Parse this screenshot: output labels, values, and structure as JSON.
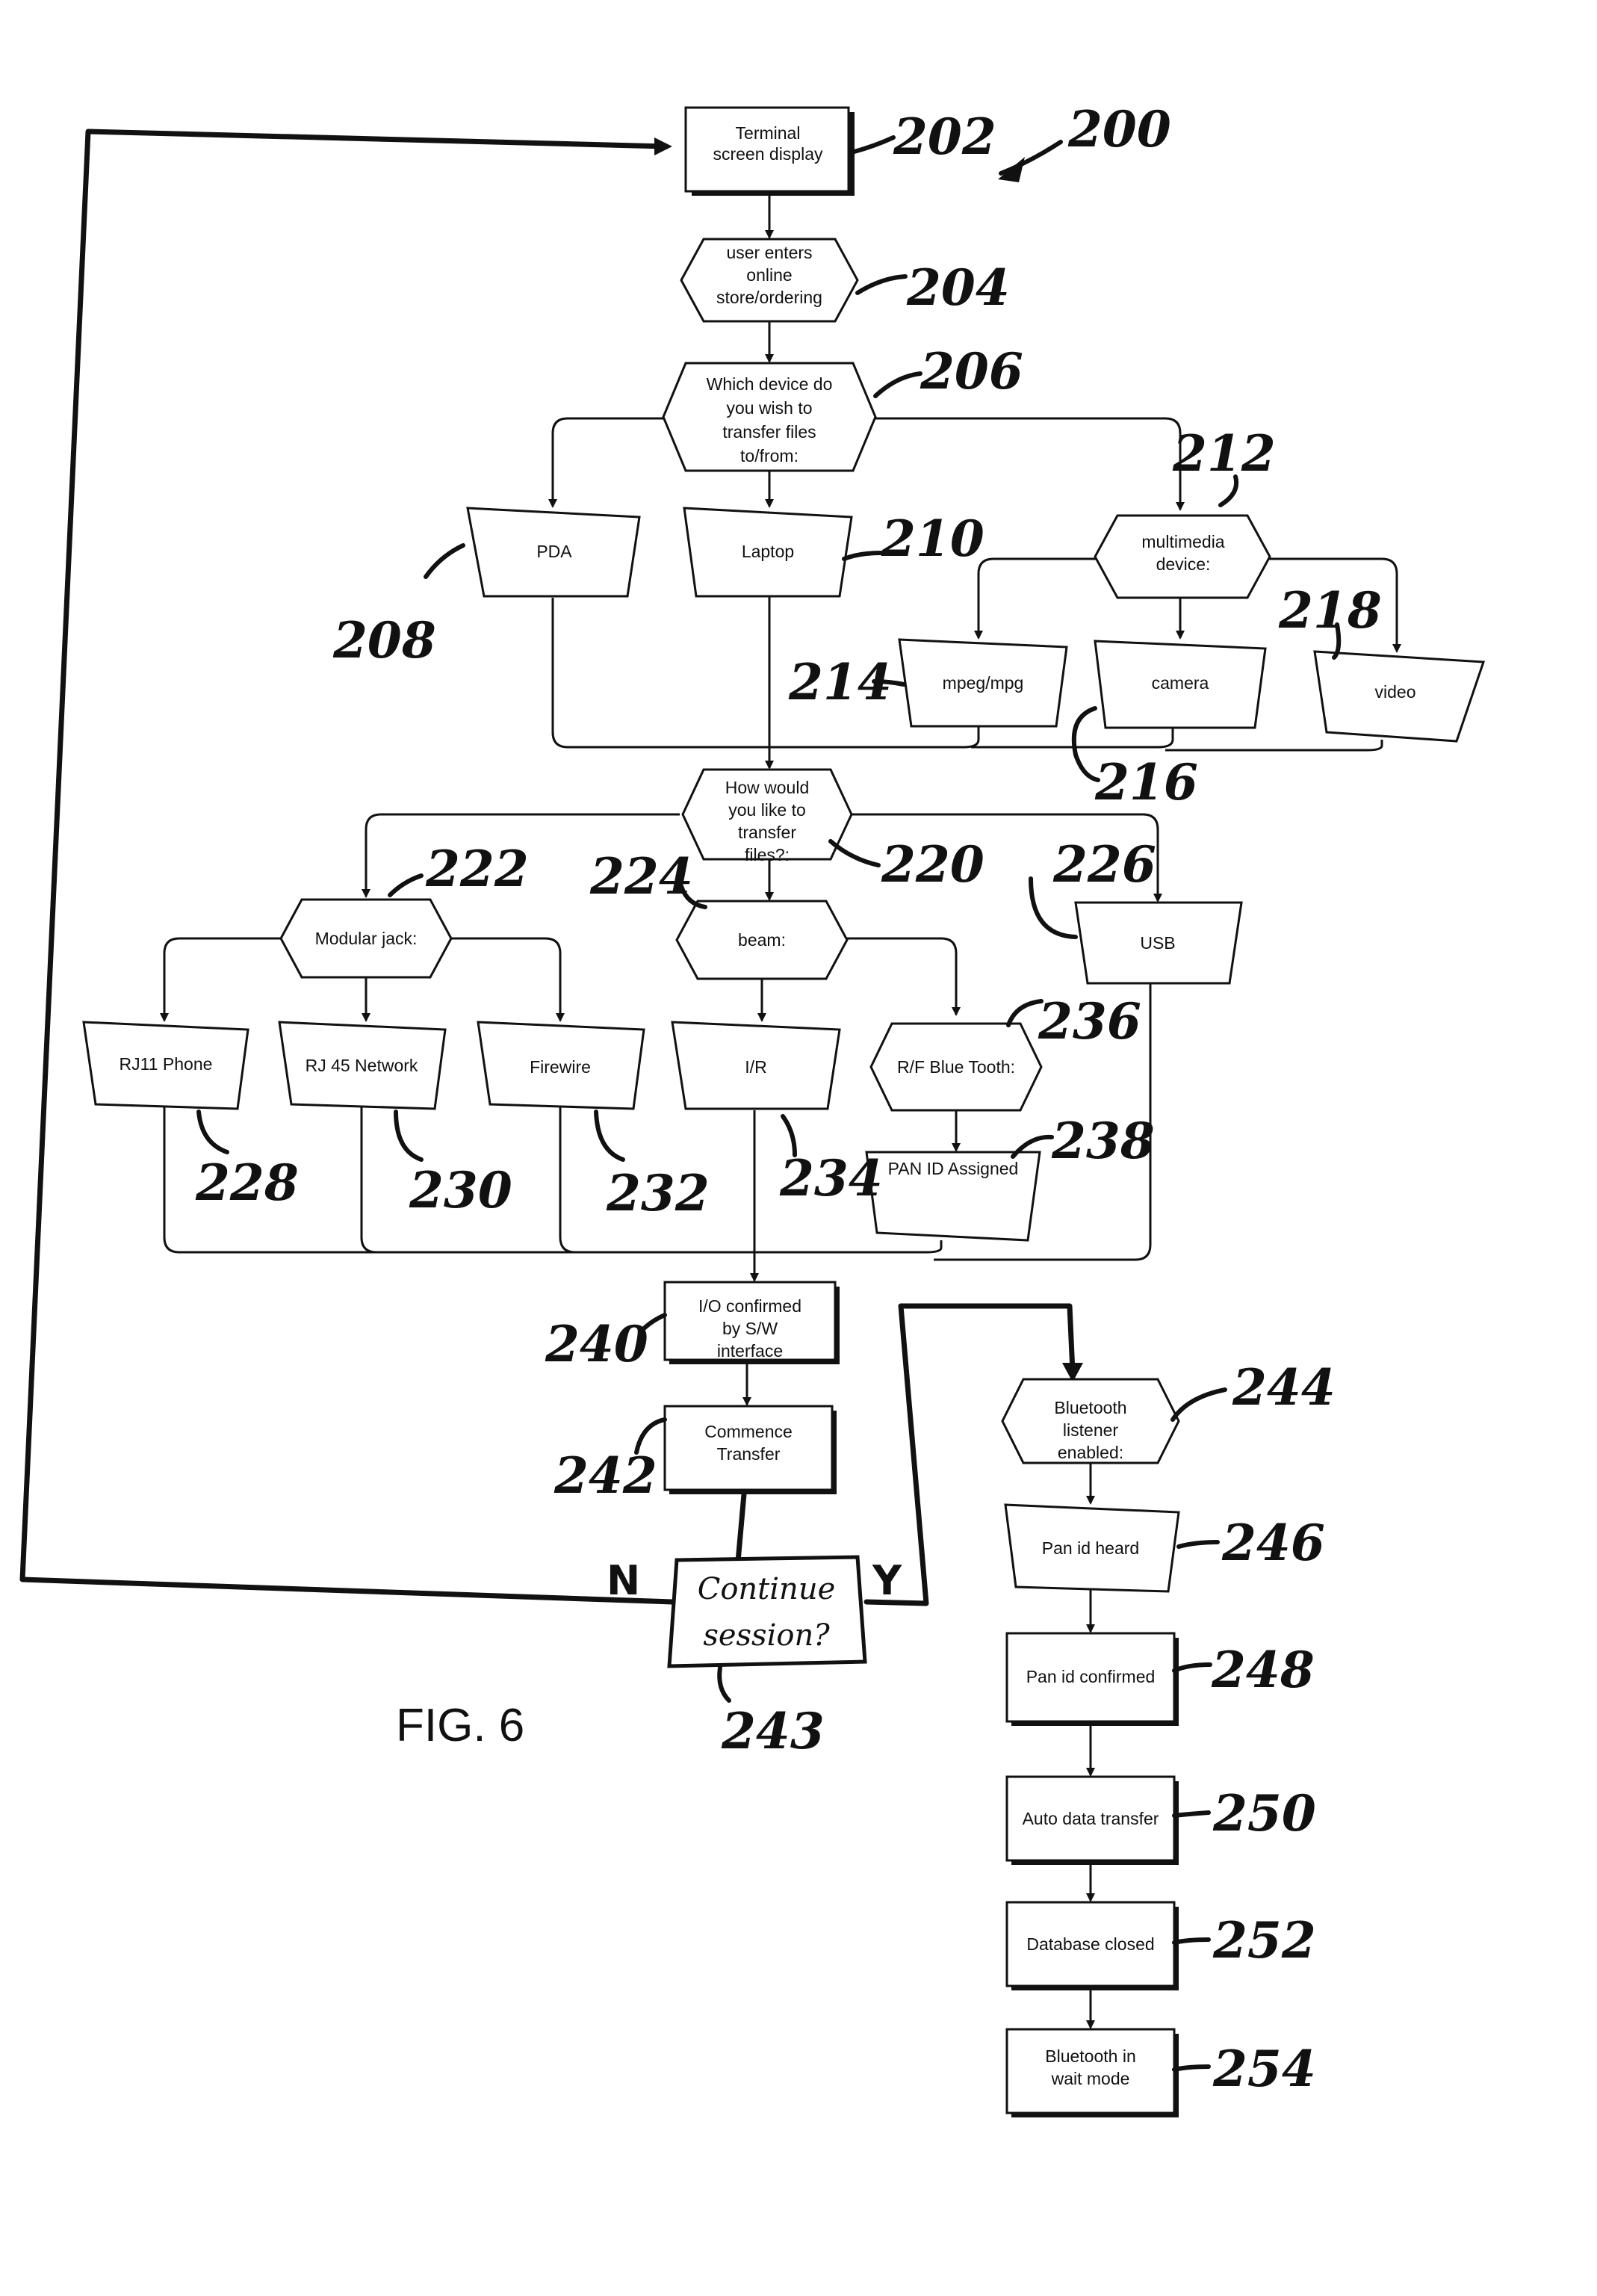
{
  "figure_label": "FIG. 6",
  "nodes": {
    "n202": "Terminal screen display",
    "n204": "user enters online store/ordering",
    "n206": "Which device do you wish to transfer files to/from:",
    "n208": "PDA",
    "n210": "Laptop",
    "n212": "multimedia device:",
    "n214": "mpeg/mpg",
    "n216": "camera",
    "n218": "video",
    "n220": "How would you like to transfer files?:",
    "n222": "Modular jack:",
    "n224": "beam:",
    "n226": "USB",
    "n228": "RJ11 Phone",
    "n230": "RJ 45 Network",
    "n232": "Firewire",
    "n234": "I/R",
    "n236": "R/F Blue Tooth:",
    "n238": "PAN ID Assigned",
    "n240": "I/O confirmed by S/W interface",
    "n242": "Commence Transfer",
    "n243": "Continue session?",
    "n244": "Bluetooth listener enabled:",
    "n246": "Pan id heard",
    "n248": "Pan id confirmed",
    "n250": "Auto data transfer",
    "n252": "Database closed",
    "n254": "Bluetooth in wait mode"
  },
  "refs": {
    "r200": "200",
    "r202": "202",
    "r204": "204",
    "r206": "206",
    "r208": "208",
    "r210": "210",
    "r212": "212",
    "r214": "214",
    "r216": "216",
    "r218": "218",
    "r220": "220",
    "r222": "222",
    "r224": "224",
    "r226": "226",
    "r228": "228",
    "r230": "230",
    "r232": "232",
    "r234": "234",
    "r236": "236",
    "r238": "238",
    "r240": "240",
    "r242": "242",
    "r243": "243",
    "r244": "244",
    "r246": "246",
    "r248": "248",
    "r250": "250",
    "r252": "252",
    "r254": "254"
  },
  "branch_labels": {
    "no": "N",
    "yes": "Y"
  }
}
